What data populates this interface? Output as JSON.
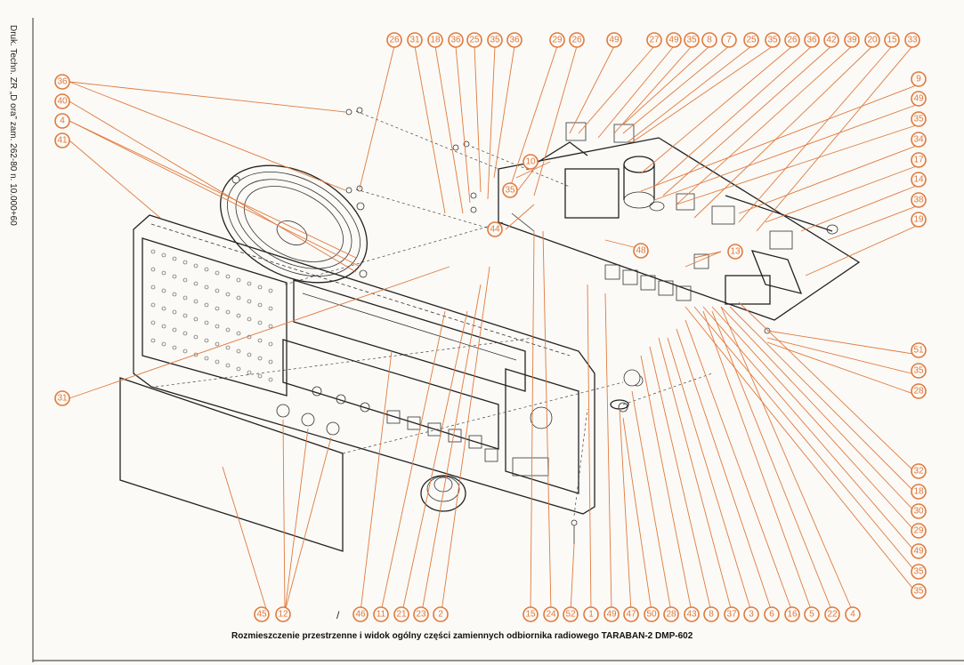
{
  "side_note": "Druk. Techn. ZR „D ora” zam. 262-80 n. 10.000+60",
  "caption": "Rozmieszczenie przestrzenne i widok ogólny części zamiennych odbiornika radiowego TARABAN-2 DMP-602",
  "slash_mark": "/",
  "callouts": {
    "top": [
      "26",
      "31",
      "18",
      "36",
      "25",
      "35",
      "36",
      "29",
      "26",
      "49",
      "27",
      "49",
      "35",
      "8",
      "7",
      "25",
      "35",
      "26",
      "36",
      "42",
      "39",
      "20",
      "15",
      "33"
    ],
    "right": [
      "9",
      "49",
      "35",
      "34",
      "17",
      "14",
      "38",
      "19",
      "51",
      "35",
      "28",
      "32",
      "18",
      "30",
      "29",
      "49",
      "35",
      "35"
    ],
    "left": [
      "36",
      "40",
      "4",
      "41",
      "31"
    ],
    "inner": [
      "10",
      "35",
      "44",
      "48",
      "13"
    ],
    "bottom": [
      "45",
      "12",
      "46",
      "11",
      "21",
      "23",
      "2",
      "15",
      "24",
      "52",
      "1",
      "49",
      "47",
      "50",
      "28",
      "43",
      "8",
      "37",
      "3",
      "6",
      "16",
      "5",
      "22",
      "4"
    ]
  },
  "colors": {
    "callout": "#e07a3c",
    "ink": "#222222",
    "paper": "#fbfaf7"
  }
}
